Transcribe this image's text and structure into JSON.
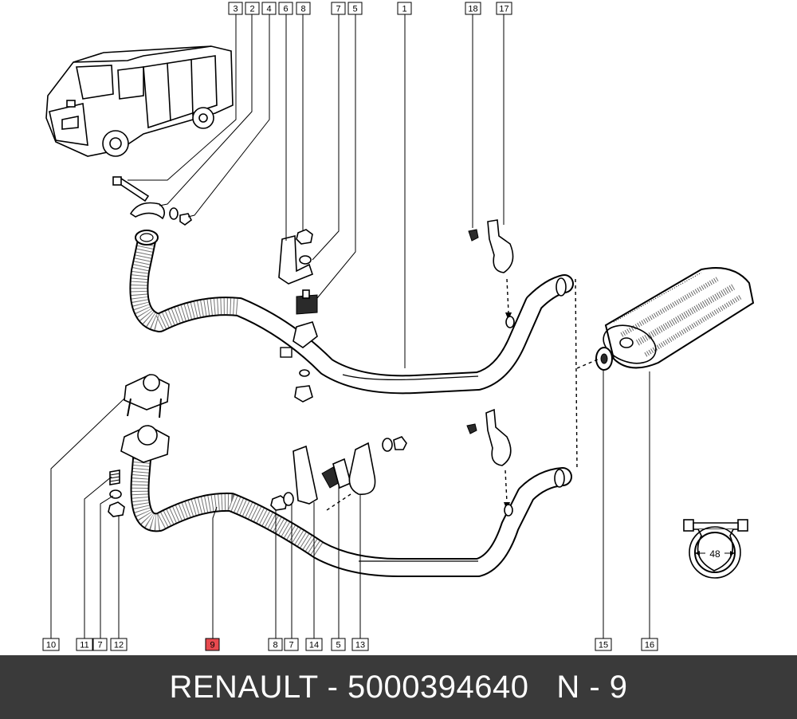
{
  "callouts": [
    {
      "id": "c3",
      "label": "3"
    },
    {
      "id": "c2",
      "label": "2"
    },
    {
      "id": "c4",
      "label": "4"
    },
    {
      "id": "c6",
      "label": "6"
    },
    {
      "id": "c8a",
      "label": "8"
    },
    {
      "id": "c7a",
      "label": "7"
    },
    {
      "id": "c5a",
      "label": "5"
    },
    {
      "id": "c1",
      "label": "1"
    },
    {
      "id": "c18",
      "label": "18"
    },
    {
      "id": "c17",
      "label": "17"
    },
    {
      "id": "c10",
      "label": "10"
    },
    {
      "id": "c11",
      "label": "11"
    },
    {
      "id": "c7b",
      "label": "7"
    },
    {
      "id": "c12",
      "label": "12"
    },
    {
      "id": "c9",
      "label": "9",
      "highlighted": true
    },
    {
      "id": "c8b",
      "label": "8"
    },
    {
      "id": "c7c",
      "label": "7"
    },
    {
      "id": "c14",
      "label": "14"
    },
    {
      "id": "c5b",
      "label": "5"
    },
    {
      "id": "c13",
      "label": "13"
    },
    {
      "id": "c15",
      "label": "15"
    },
    {
      "id": "c16",
      "label": "16"
    }
  ],
  "clamp_dimension": "48",
  "highlight_color": "#e84a4f",
  "footer": {
    "text": "RENAULT - 5000394640   N - 9",
    "background": "#3a3a3a"
  }
}
